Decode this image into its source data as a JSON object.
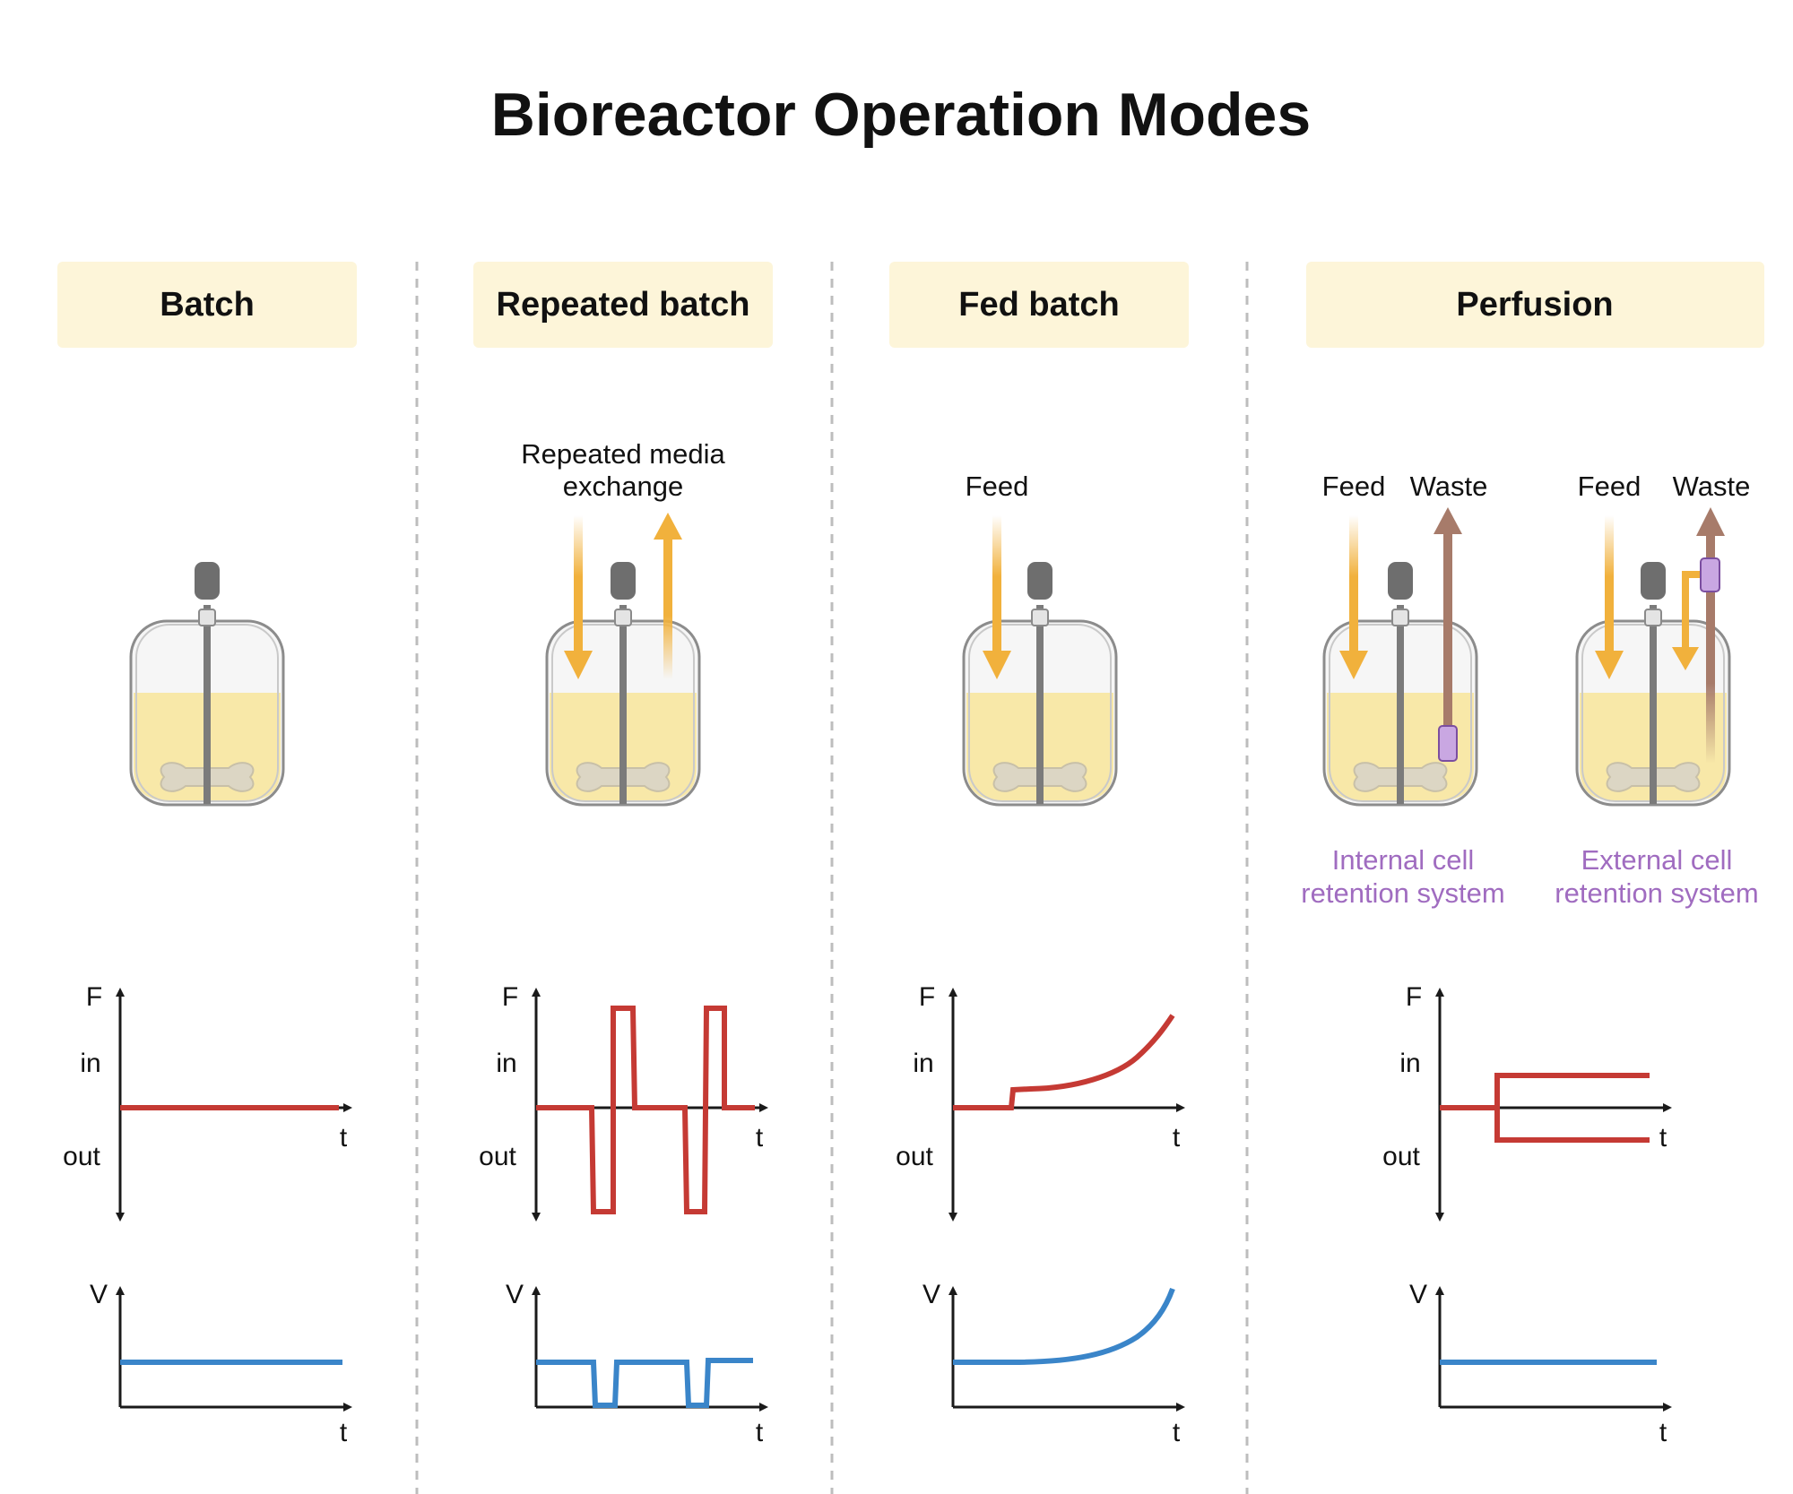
{
  "title": "Bioreactor Operation Modes",
  "colors": {
    "header_bg": "#fdf5d9",
    "media": "#f8e8a8",
    "feed_arrow": "#f1b13c",
    "waste_arrow": "#a77b6a",
    "retention": "#c9a7e2",
    "flow_line": "#c53a34",
    "volume_line": "#3a85c9",
    "divider": "#bdbdbd",
    "purple_text": "#a06cc0"
  },
  "modes": [
    {
      "header": "Batch",
      "flow_axis": {
        "y_label": "F",
        "in_label": "in",
        "out_label": "out",
        "x_label": "t"
      },
      "volume_axis": {
        "y_label": "V",
        "x_label": "t"
      }
    },
    {
      "header": "Repeated batch",
      "annotation_line1": "Repeated media",
      "annotation_line2": "exchange",
      "flow_axis": {
        "y_label": "F",
        "in_label": "in",
        "out_label": "out",
        "x_label": "t"
      },
      "volume_axis": {
        "y_label": "V",
        "x_label": "t"
      }
    },
    {
      "header": "Fed batch",
      "feed_label": "Feed",
      "flow_axis": {
        "y_label": "F",
        "in_label": "in",
        "out_label": "out",
        "x_label": "t"
      },
      "volume_axis": {
        "y_label": "V",
        "x_label": "t"
      }
    },
    {
      "header": "Perfusion",
      "feed_label": "Feed",
      "waste_label": "Waste",
      "internal_line1": "Internal cell",
      "internal_line2": "retention system",
      "external_line1": "External cell",
      "external_line2": "retention system",
      "flow_axis": {
        "y_label": "F",
        "in_label": "in",
        "out_label": "out",
        "x_label": "t"
      },
      "volume_axis": {
        "y_label": "V",
        "x_label": "t"
      }
    }
  ]
}
